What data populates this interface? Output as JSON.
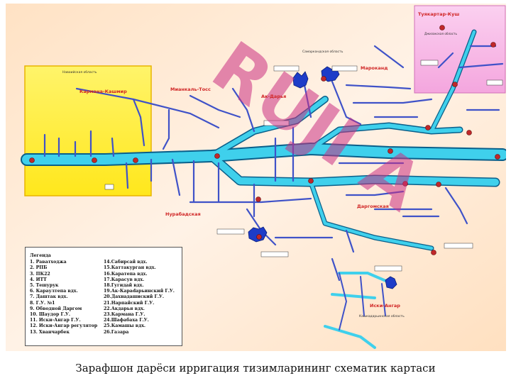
{
  "regions": {
    "top_right_region": "Туякартар-Куш",
    "top_right_oblast": "Джизакская область",
    "samarkand_oblast": "Самаркандская область",
    "left_oblast": "Навоийская область",
    "karmana": "Кармана-Кашмир",
    "miankal": "Мианкаль-Тосс",
    "ak_darya": "Ак-Дарья",
    "marokand": "Мароканд",
    "nurabad": "Нурабадская",
    "dargom": "Даргомская",
    "iski_angar": "Иски-Ангар",
    "kashkadarya_oblast": "Кашкадарьинская область"
  },
  "watermark": "RUJI A",
  "legend": {
    "title": "Легенда",
    "col1": [
      "1.   Раватходжа",
      "2.   РПБ",
      "3.   ПК22",
      "4.   ИТТ",
      "5.   Тешурук",
      "6.   Караултепа вдх.",
      "7.   Даштак вдх.",
      "8.   Г.У. №1",
      "9.   Обводной Даргом",
      "10. Шаудор Г.У.",
      "11. Иски-Ангар Г.У.",
      "12. Иски-Ангар регулятор",
      "13. Хванчарбек"
    ],
    "col2": [
      "14.Сабирсай вдх.",
      "15.Каттакурган вдх.",
      "16.Каратепа вдх.",
      "17.Карасув вдх.",
      "18.Гугидай вдх.",
      "19.Ак-Караdaрьинский Г.У.",
      "20.Дахнадашиский Г.У.",
      "21.Нарпайский Г.У.",
      "22.Акдарья вдх.",
      "23.Кармана Г.У.",
      "24.Шафабаха Г.У.",
      "25.Камашы вдх.",
      "26.Газара"
    ]
  },
  "caption": "Зарафшон дарёси ирригация тизимларининг схематик картаси",
  "colors": {
    "river": "#3fd0ec",
    "river_edge": "#0a5f8a",
    "canal": "#3f52c8",
    "yellow_zone": "#ffee33",
    "pink_zone": "#f7b6e6",
    "station": "#c0282a",
    "region_label": "#d02525",
    "watermark": "#ca2f82"
  }
}
